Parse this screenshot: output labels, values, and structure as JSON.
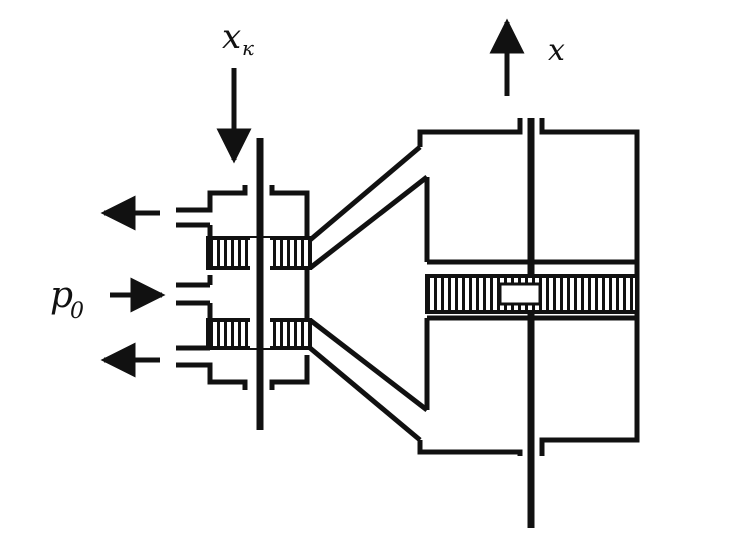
{
  "diagram": {
    "labels": {
      "pilot_input": "x",
      "pilot_input_sub": "к",
      "output": "x",
      "supply_pressure": "p",
      "supply_pressure_sub": "0"
    }
  }
}
